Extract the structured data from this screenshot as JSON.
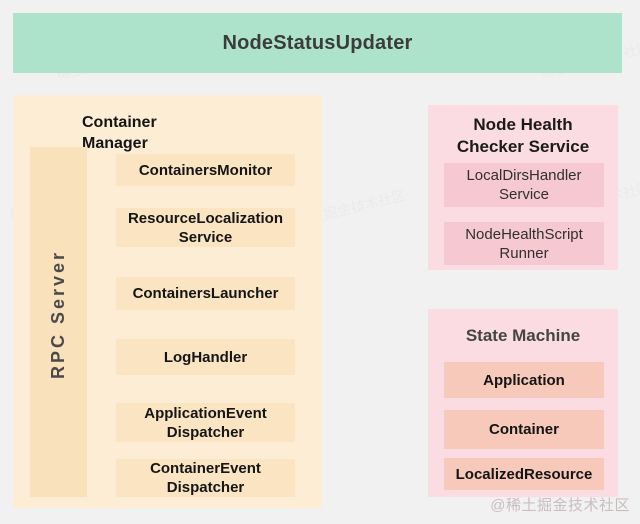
{
  "page": {
    "background": "#f1f1f2",
    "watermark": "@稀土掘金技术社区",
    "ghost_watermark": "稀土掘金技术社区"
  },
  "banner": {
    "label": "NodeStatusUpdater",
    "bg": "#ace3ca",
    "text_color": "#3c3c3c"
  },
  "container_manager": {
    "title": "Container Manager",
    "bg": "#fcedd4",
    "box_bg": "#fbe4c2",
    "rpc_server": {
      "label": "RPC Server",
      "bg": "#f8e1bb"
    },
    "boxes": [
      {
        "label": "ContainersMonitor"
      },
      {
        "label": "ResourceLocalization Service"
      },
      {
        "label": "ContainersLauncher"
      },
      {
        "label": "LogHandler"
      },
      {
        "label": "ApplicationEvent Dispatcher"
      },
      {
        "label": "ContainerEvent Dispatcher"
      }
    ]
  },
  "node_health_checker": {
    "title": "Node Health Checker Service",
    "bg": "#fadce2",
    "box_bg": "#f6c8d2",
    "boxes": [
      {
        "label": "LocalDirsHandler Service"
      },
      {
        "label": "NodeHealthScript Runner"
      }
    ]
  },
  "state_machine": {
    "title": "State Machine",
    "bg": "#fadce2",
    "box_bg": "#f7c9bb",
    "boxes": [
      {
        "label": "Application"
      },
      {
        "label": "Container"
      },
      {
        "label": "LocalizedResource"
      }
    ]
  }
}
